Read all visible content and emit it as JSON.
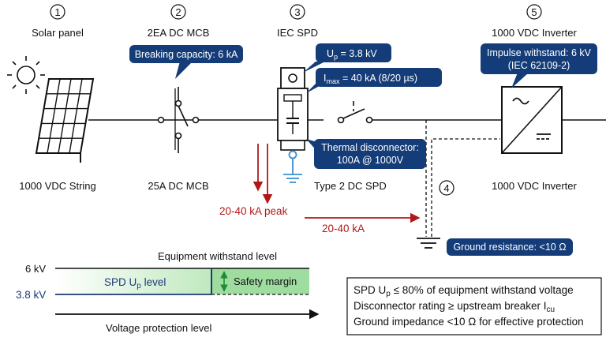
{
  "colors": {
    "callout": "#143c78",
    "surge": "#b01818",
    "margin_fill": "#9fdc9f",
    "margin_arrow": "#1f8a3a",
    "up_line": "#1a3a78",
    "wire": "#111111"
  },
  "components": [
    {
      "num": "1",
      "title": "Solar panel",
      "bottom": "1000 VDC String",
      "icon": "solar-panel-icon"
    },
    {
      "num": "2",
      "title": "2EA DC MCB",
      "bottom": "25A DC MCB",
      "icon": "mcb-icon"
    },
    {
      "num": "3",
      "title": "IEC SPD",
      "bottom": "Type 2 DC SPD",
      "icon": "spd-icon"
    },
    {
      "num": "4",
      "title": "",
      "bottom": "",
      "icon": "ground-icon"
    },
    {
      "num": "5",
      "title": "1000 VDC Inverter",
      "bottom": "1000 VDC Inverter",
      "icon": "inverter-icon"
    }
  ],
  "callouts": {
    "breaking": "Breaking capacity: 6 kA",
    "up_main": "U",
    "up_sub": "p",
    "up_rest": " = 3.8 kV",
    "imax_main": "I",
    "imax_sub": "max",
    "imax_rest": " = 40 kA (8/20 µs)",
    "thermal_1": "Thermal disconnector:",
    "thermal_2": "100A @ 1000V",
    "impulse_1": "Impulse withstand: 6 kV",
    "impulse_2": "(IEC 62109-2)",
    "ground": "Ground resistance: <10 Ω"
  },
  "surge": {
    "peak": "20-40 kA peak",
    "flow": "20-40 kA"
  },
  "protection": {
    "level_6kv": "6 kV",
    "level_38kv": "3.8 kV",
    "withstand": "Equipment withstand level",
    "spd_main": "SPD U",
    "spd_sub": "p",
    "spd_rest": " level",
    "margin": "Safety margin",
    "axis": "Voltage protection level"
  },
  "notes": {
    "line1_a": "SPD U",
    "line1_sub": "p",
    "line1_b": " ≤ 80% of equipment withstand voltage",
    "line2_a": "Disconnector rating ≥ upstream breaker I",
    "line2_sub": "cu",
    "line3": "Ground impedance <10 Ω for effective protection"
  }
}
